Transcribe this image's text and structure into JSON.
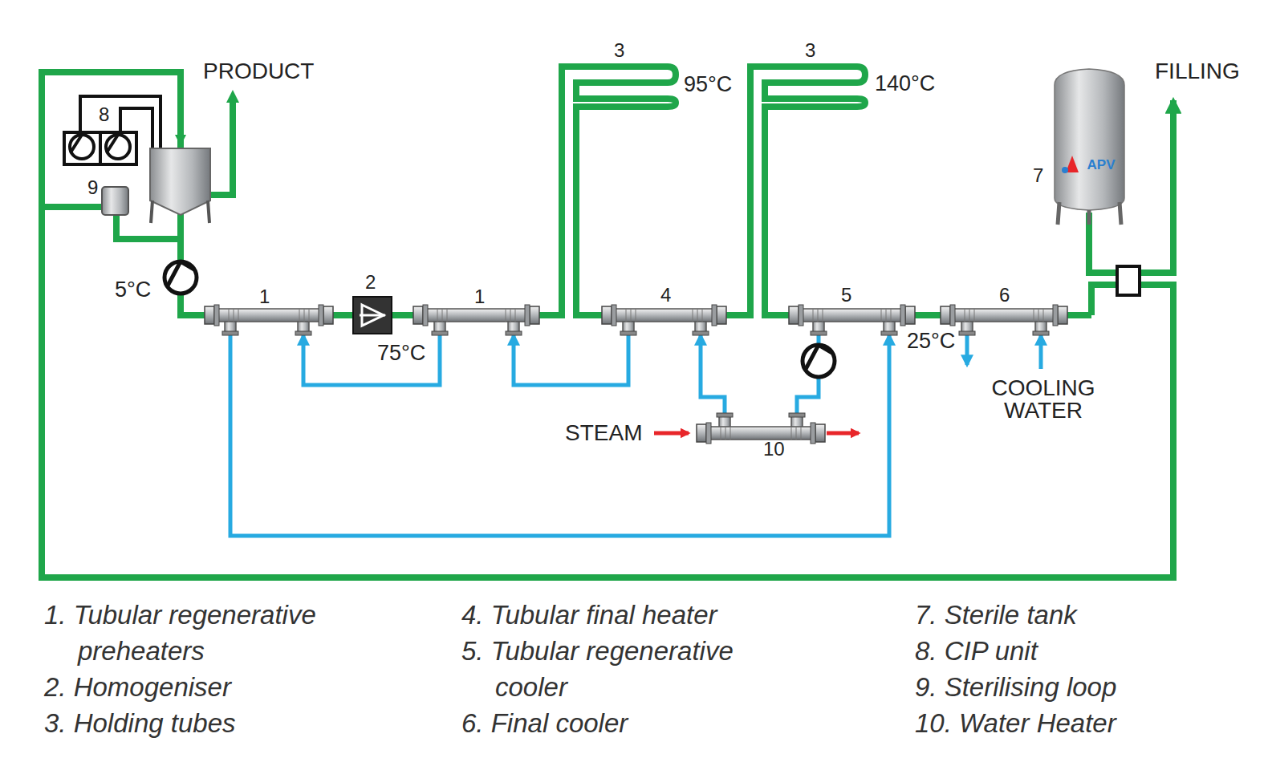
{
  "diagram": {
    "nodes": [
      {
        "text": [
          "APV"
        ]
      }
    ],
    "labels": [
      "PRODUCT",
      "8",
      "9",
      "5°C",
      "1",
      "2",
      "75°C",
      "1",
      "3",
      "95°C",
      "3",
      "140°C",
      "4",
      "5",
      "25°C",
      "6",
      "FILLING",
      "7",
      "COOLING WATER",
      "STEAM",
      "10",
      "1. Tubular regenerative preheaters",
      "2. Homogeniser",
      "3. Holding tubes",
      "4. Tubular final heater",
      "5. Tubular regenerative cooler",
      "6. Final cooler",
      "7. Sterile tank",
      "8. CIP unit",
      "9. Sterilising loop",
      "10. Water Heater"
    ]
  }
}
